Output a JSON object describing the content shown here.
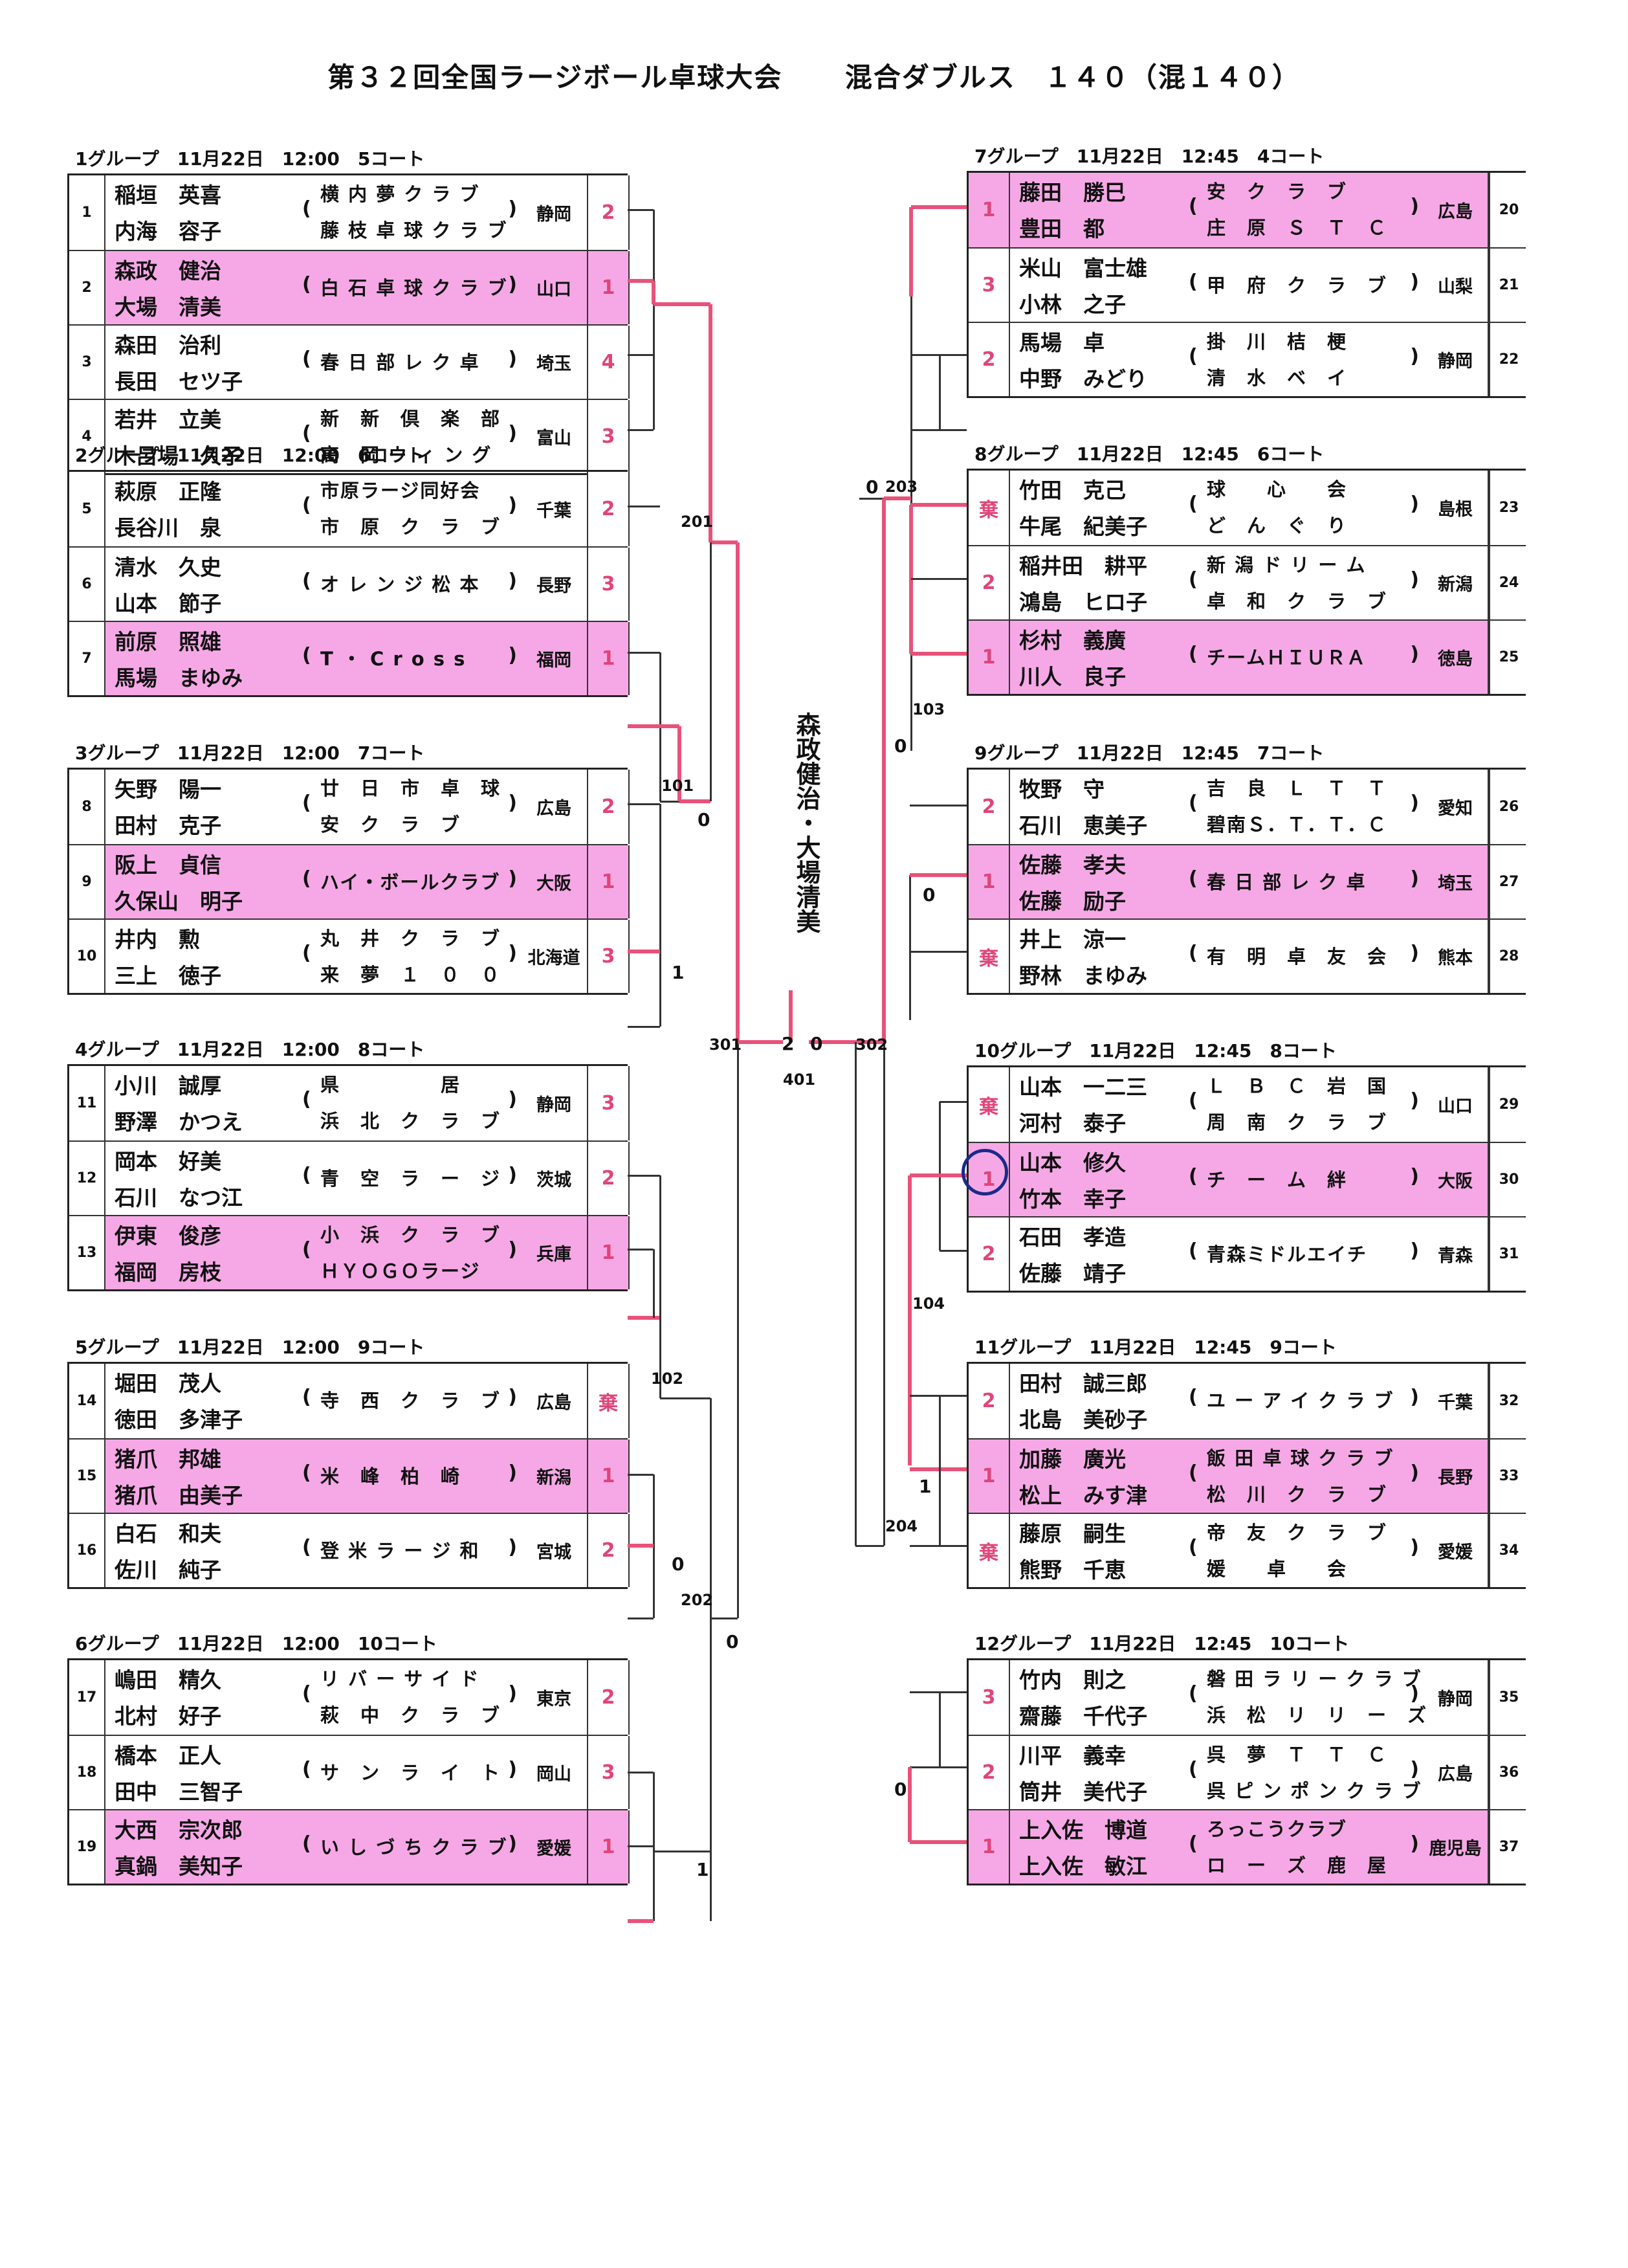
{
  "title": {
    "tournament": "第３２回全国ラージボール卓球大会",
    "event": "混合ダブルス　１４０（混１４０）"
  },
  "groups_left": [
    {
      "header": "1グループ　11月22日　12:00　5コート",
      "rows": [
        {
          "num": "1",
          "p1": "稲垣　英喜",
          "p2": "内海　容子",
          "club1": "横 内 夢 ク ラ ブ",
          "club2": "藤 枝 卓 球 ク ラ ブ",
          "pref": "静岡",
          "rank": "2"
        },
        {
          "num": "2",
          "p1": "森政　健治",
          "p2": "大場　清美",
          "club": "白 石 卓 球 ク ラ ブ",
          "pref": "山口",
          "rank": "1"
        },
        {
          "num": "3",
          "p1": "森田　治利",
          "p2": "長田　セツ子",
          "club": "春 日 部 レ ク 卓",
          "pref": "埼玉",
          "rank": "4"
        },
        {
          "num": "4",
          "p1": "若井　立美",
          "p2": "木呂場　久子",
          "club1": "新　新　倶　楽　部",
          "club2": "高　岡 ウ ィ ン グ",
          "pref": "富山",
          "rank": "3"
        }
      ]
    },
    {
      "header": "2グループ　11月22日　12:00　6コート",
      "rows": [
        {
          "num": "5",
          "p1": "萩原　正隆",
          "p2": "長谷川　泉",
          "club1": "市原ラージ同好会",
          "club2": "市　原　ク　ラ　ブ",
          "pref": "千葉",
          "rank": "2"
        },
        {
          "num": "6",
          "p1": "清水　久史",
          "p2": "山本　節子",
          "club": "オ レ ン ジ 松 本",
          "pref": "長野",
          "rank": "3"
        },
        {
          "num": "7",
          "p1": "前原　照雄",
          "p2": "馬場　まゆみ",
          "club": "T ・ C r o s s",
          "pref": "福岡",
          "rank": "1"
        }
      ]
    },
    {
      "header": "3グループ　11月22日　12:00　7コート",
      "rows": [
        {
          "num": "8",
          "p1": "矢野　陽一",
          "p2": "田村　克子",
          "club1": "廿　日　市　卓　球",
          "club2": "安　ク　ラ　ブ",
          "pref": "広島",
          "rank": "2"
        },
        {
          "num": "9",
          "p1": "阪上　貞信",
          "p2": "久保山　明子",
          "club": "ハイ・ボールクラブ",
          "pref": "大阪",
          "rank": "1"
        },
        {
          "num": "10",
          "p1": "井内　勲",
          "p2": "三上　徳子",
          "club1": "丸　井　ク　ラ　ブ",
          "club2": "来　夢　１　０　０",
          "pref": "北海道",
          "rank": "3"
        }
      ]
    },
    {
      "header": "4グループ　11月22日　12:00　8コート",
      "rows": [
        {
          "num": "11",
          "p1": "小川　誠厚",
          "p2": "野澤　かつえ",
          "club1": "県　　　　　居",
          "club2": "浜　北　ク　ラ　ブ",
          "pref": "静岡",
          "rank": "3"
        },
        {
          "num": "12",
          "p1": "岡本　好美",
          "p2": "石川　なつ江",
          "club": "青　空　ラ　ー　ジ",
          "pref": "茨城",
          "rank": "2"
        },
        {
          "num": "13",
          "p1": "伊東　俊彦",
          "p2": "福岡　房枝",
          "club1": "小　浜　ク　ラ　ブ",
          "club2": "ＨＹＯＧＯラージ",
          "pref": "兵庫",
          "rank": "1"
        }
      ]
    },
    {
      "header": "5グループ　11月22日　12:00　9コート",
      "rows": [
        {
          "num": "14",
          "p1": "堀田　茂人",
          "p2": "徳田　多津子",
          "club": "寺　西　ク　ラ　ブ",
          "pref": "広島",
          "rank": "棄"
        },
        {
          "num": "15",
          "p1": "猪爪　邦雄",
          "p2": "猪爪　由美子",
          "club": "米　峰　柏　崎",
          "pref": "新潟",
          "rank": "1"
        },
        {
          "num": "16",
          "p1": "白石　和夫",
          "p2": "佐川　純子",
          "club": "登 米 ラ ー ジ 和",
          "pref": "宮城",
          "rank": "2"
        }
      ]
    },
    {
      "header": "6グループ　11月22日　12:00　10コート",
      "rows": [
        {
          "num": "17",
          "p1": "嶋田　精久",
          "p2": "北村　好子",
          "club1": "リ バ ー サ イ ド",
          "club2": "萩　中　ク　ラ　ブ",
          "pref": "東京",
          "rank": "2"
        },
        {
          "num": "18",
          "p1": "橋本　正人",
          "p2": "田中　三智子",
          "club": "サ　ン　ラ　イ　ト",
          "pref": "岡山",
          "rank": "3"
        },
        {
          "num": "19",
          "p1": "大西　宗次郎",
          "p2": "真鍋　美知子",
          "club": "い し づ ち ク ラ ブ",
          "pref": "愛媛",
          "rank": "1"
        }
      ]
    }
  ],
  "groups_right": [
    {
      "header": "7グループ　11月22日　12:45　4コート",
      "rows": [
        {
          "num": "20",
          "p1": "藤田　勝巳",
          "p2": "豊田　都",
          "club1": "安　ク　ラ　ブ",
          "club2": "庄　原　Ｓ　Ｔ　Ｃ",
          "pref": "広島",
          "rank": "1"
        },
        {
          "num": "21",
          "p1": "米山　富士雄",
          "p2": "小林　之子",
          "club": "甲　府　ク　ラ　ブ",
          "pref": "山梨",
          "rank": "3"
        },
        {
          "num": "22",
          "p1": "馬場　卓",
          "p2": "中野　みどり",
          "club1": "掛　川　桔　梗",
          "club2": "清　水　ベ　イ",
          "pref": "静岡",
          "rank": "2"
        }
      ]
    },
    {
      "header": "8グループ　11月22日　12:45　6コート",
      "rows": [
        {
          "num": "23",
          "p1": "竹田　克己",
          "p2": "牛尾　紀美子",
          "club1": "球　　心　　会",
          "club2": "ど　ん　ぐ　り",
          "pref": "島根",
          "rank": "棄"
        },
        {
          "num": "24",
          "p1": "稲井田　耕平",
          "p2": "鴻島　ヒロ子",
          "club1": "新 潟 ド リ ー ム",
          "club2": "卓　和　ク　ラ　ブ",
          "pref": "新潟",
          "rank": "2"
        },
        {
          "num": "25",
          "p1": "杉村　義廣",
          "p2": "川人　良子",
          "club": "チームＨＩＵＲＡ",
          "pref": "徳島",
          "rank": "1"
        }
      ]
    },
    {
      "header": "9グループ　11月22日　12:45　7コート",
      "rows": [
        {
          "num": "26",
          "p1": "牧野　守",
          "p2": "石川　恵美子",
          "club1": "吉　良　Ｌ　Ｔ　Ｔ",
          "club2": "碧南Ｓ．Ｔ．Ｔ．Ｃ",
          "pref": "愛知",
          "rank": "2"
        },
        {
          "num": "27",
          "p1": "佐藤　孝夫",
          "p2": "佐藤　励子",
          "club": "春 日 部 レ ク 卓",
          "pref": "埼玉",
          "rank": "1"
        },
        {
          "num": "28",
          "p1": "井上　涼一",
          "p2": "野林　まゆみ",
          "club": "有　明　卓　友　会",
          "pref": "熊本",
          "rank": "棄"
        }
      ]
    },
    {
      "header": "10グループ　11月22日　12:45　8コート",
      "rows": [
        {
          "num": "29",
          "p1": "山本　一二三",
          "p2": "河村　泰子",
          "club1": "Ｌ　Ｂ　Ｃ　岩　国",
          "club2": "周　南　ク　ラ　ブ",
          "pref": "山口",
          "rank": "棄"
        },
        {
          "num": "30",
          "p1": "山本　修久",
          "p2": "竹本　幸子",
          "club": "チ　ー　ム　絆",
          "pref": "大阪",
          "rank": "1"
        },
        {
          "num": "31",
          "p1": "石田　孝造",
          "p2": "佐藤　靖子",
          "club": "青森ミドルエイチ",
          "pref": "青森",
          "rank": "2"
        }
      ]
    },
    {
      "header": "11グループ　11月22日　12:45　9コート",
      "rows": [
        {
          "num": "32",
          "p1": "田村　誠三郎",
          "p2": "北島　美砂子",
          "club": "ユ ー ア イ ク ラ ブ",
          "pref": "千葉",
          "rank": "2"
        },
        {
          "num": "33",
          "p1": "加藤　廣光",
          "p2": "松上　みす津",
          "club1": "飯 田 卓 球 ク ラ ブ",
          "club2": "松　川　ク　ラ　ブ",
          "pref": "長野",
          "rank": "1"
        },
        {
          "num": "34",
          "p1": "藤原　嗣生",
          "p2": "熊野　千恵",
          "club1": "帝　友　ク　ラ　ブ",
          "club2": "媛　　卓　　会",
          "pref": "愛媛",
          "rank": "棄"
        }
      ]
    },
    {
      "header": "12グループ　11月22日　12:45　10コート",
      "rows": [
        {
          "num": "35",
          "p1": "竹内　則之",
          "p2": "齋藤　千代子",
          "club1": "磐 田 ラ リ ー ク ラ ブ",
          "club2": "浜　松　リ　リ　ー　ズ",
          "pref": "静岡",
          "rank": "3"
        },
        {
          "num": "36",
          "p1": "川平　義幸",
          "p2": "筒井　美代子",
          "club1": "呉　夢　Ｔ　Ｔ　Ｃ",
          "club2": "呉 ピ ン ポ ン ク ラ ブ",
          "pref": "広島",
          "rank": "2"
        },
        {
          "num": "37",
          "p1": "上入佐　博道",
          "p2": "上入佐　敏江",
          "club1": "ろっこうクラブ",
          "club2": "ロ　ー　ズ　鹿　屋",
          "pref": "鹿児島",
          "rank": "1"
        }
      ]
    }
  ],
  "bracket": {
    "match_labels": {
      "m101": "101",
      "m102": "102",
      "m103": "103",
      "m104": "104",
      "m201": "201",
      "m202": "202",
      "m203": "203",
      "m204": "204",
      "m301": "301",
      "m302": "302",
      "m401": "401"
    },
    "scores": {
      "s101": "0",
      "s102": "0",
      "s103": "0",
      "s104": "1",
      "s201": "0",
      "s202": "0",
      "s203": "0",
      "s204": "0",
      "s3a": "1",
      "s3b": "1",
      "s3c": "0",
      "s3d": "0",
      "final_a": "2",
      "final_b": "0"
    },
    "champion": "森政健治・大場清美"
  },
  "colors": {
    "highlight": "#f6a8e6",
    "winner_line": "#e8527a",
    "circle": "#1a2a8a"
  }
}
